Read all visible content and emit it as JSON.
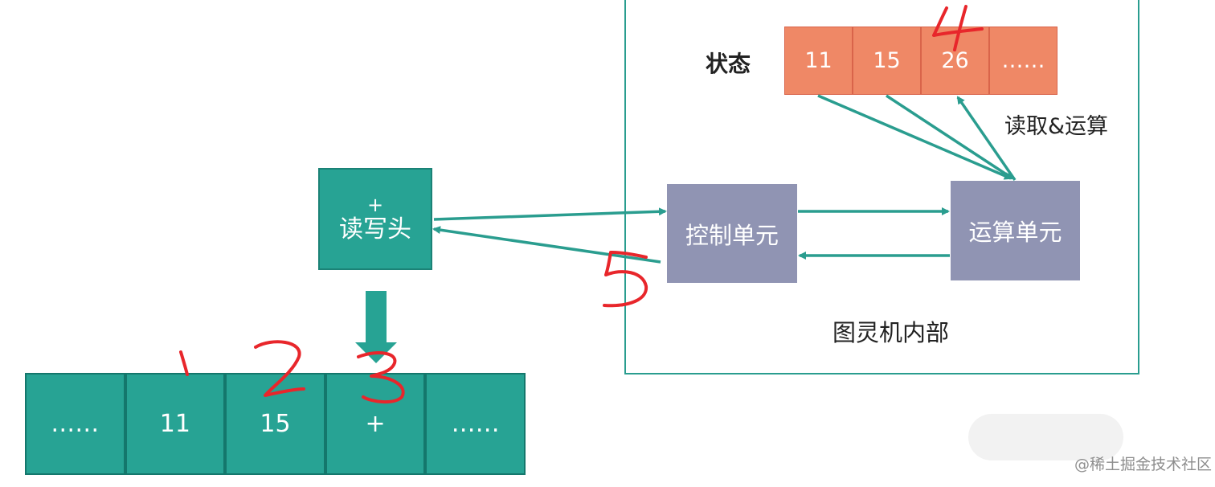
{
  "frame": {
    "label": "图灵机内部"
  },
  "state": {
    "label": "状态",
    "cells": [
      "11",
      "15",
      "26",
      "……"
    ]
  },
  "read_operate_label": "读取&运算",
  "units": {
    "control": "控制单元",
    "compute": "运算单元"
  },
  "head": {
    "symbol": "+",
    "label": "读写头"
  },
  "tape": {
    "cells": [
      "……",
      "11",
      "15",
      "+",
      "……"
    ]
  },
  "annotations": [
    "1",
    "2",
    "3",
    "4",
    "5"
  ],
  "watermark": "@稀土掘金技术社区",
  "colors": {
    "teal": "#27a394",
    "arrow": "#2a9d8f",
    "state_cell": "#ef8866",
    "unit_box": "#9094b3",
    "annotation_red": "#e8262b"
  }
}
